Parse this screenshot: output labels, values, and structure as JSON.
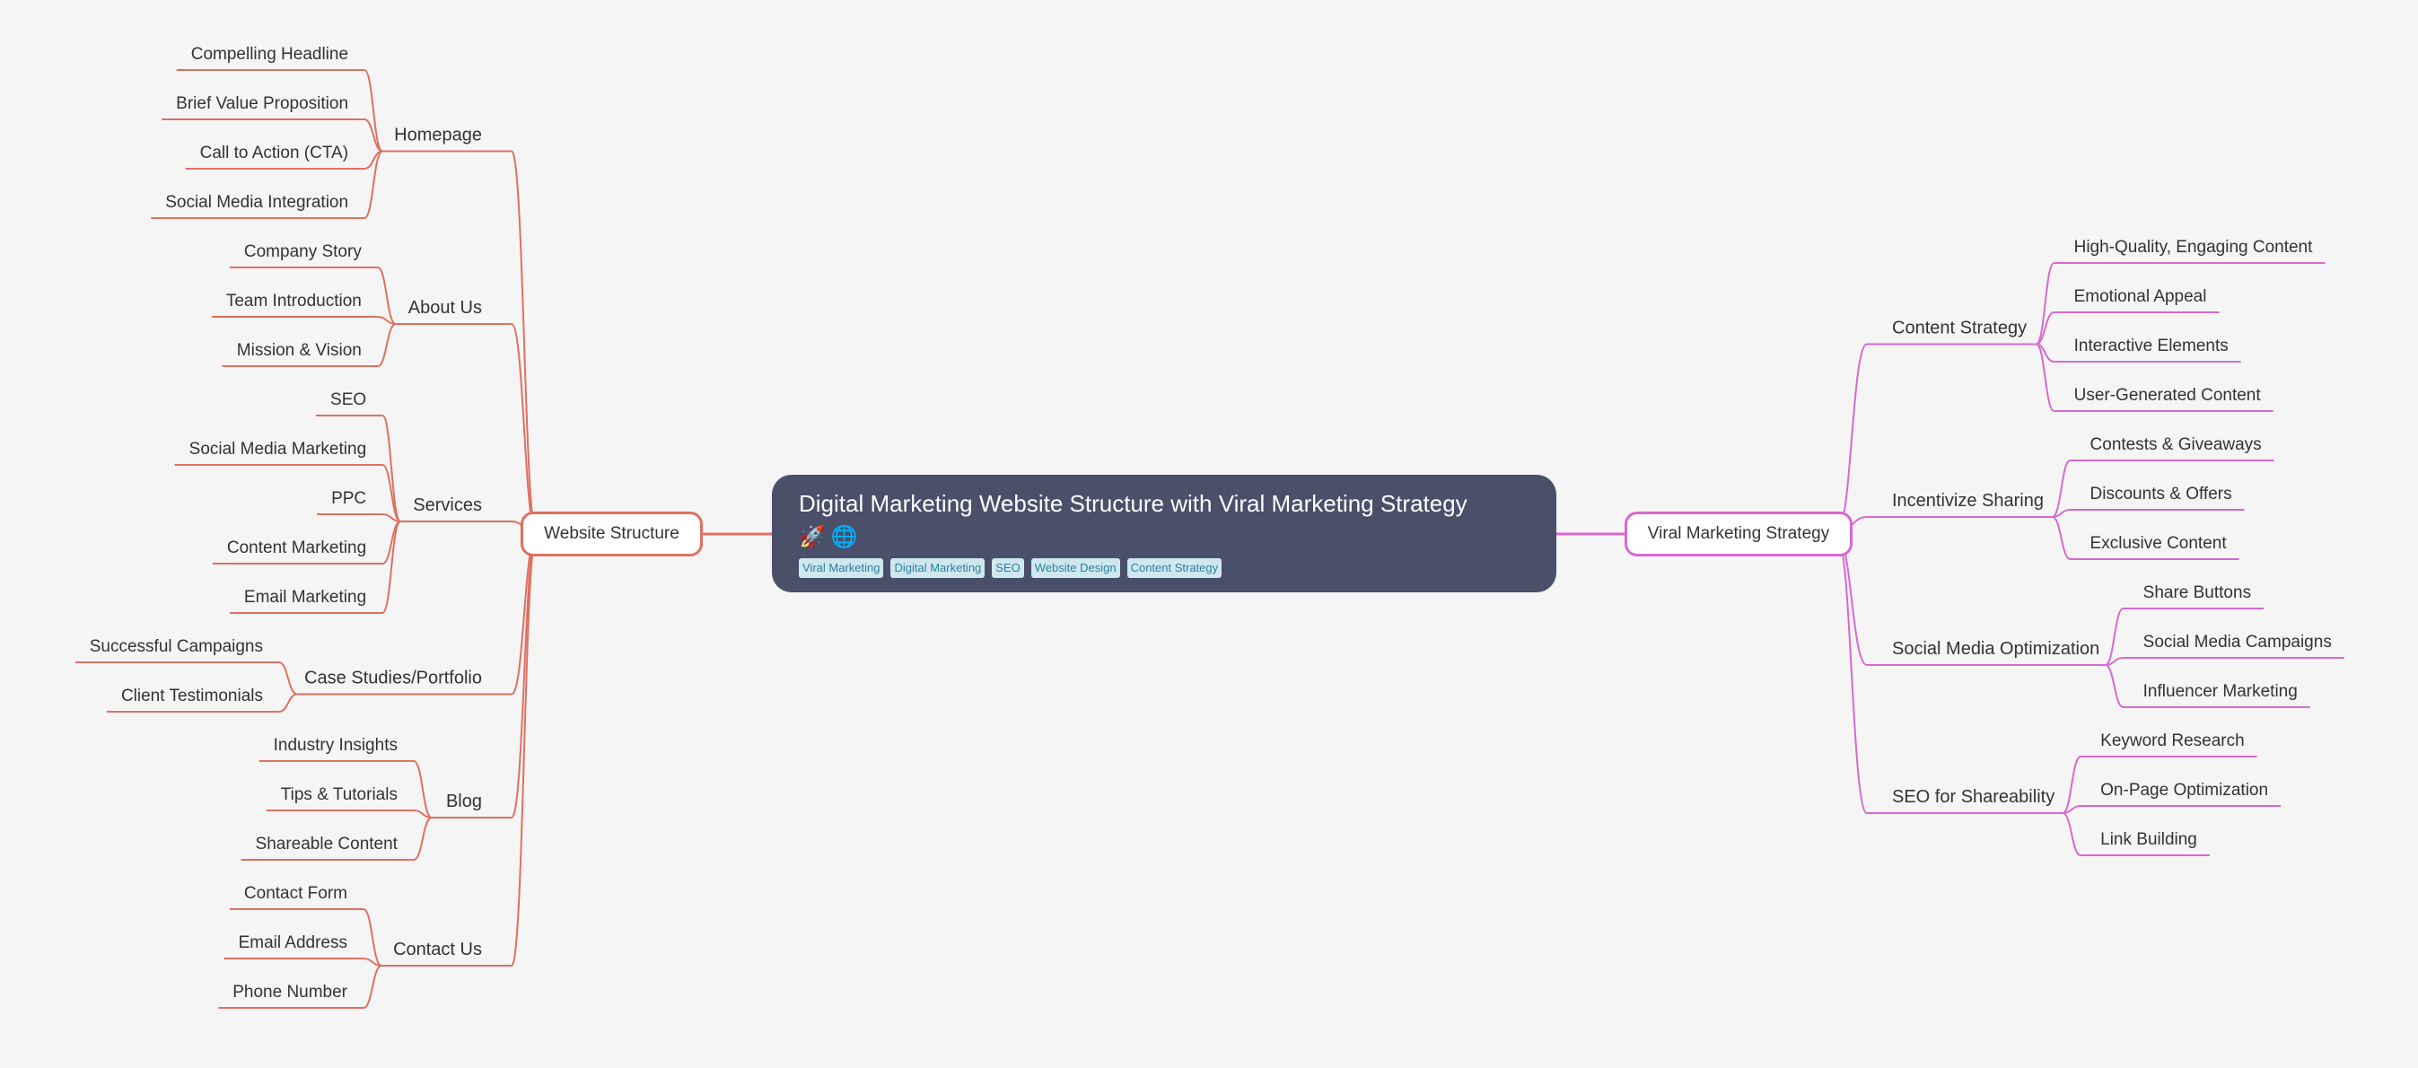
{
  "root": {
    "title": "Digital Marketing Website Structure with Viral Marketing Strategy",
    "icons": [
      "🚀",
      "🌐"
    ],
    "tags": [
      "Viral Marketing",
      "Digital Marketing",
      "SEO",
      "Website Design",
      "Content Strategy"
    ]
  },
  "website": {
    "label": "Website Structure",
    "color": "#e07060",
    "branches": [
      {
        "label": "Homepage",
        "children": [
          "Compelling Headline",
          "Brief Value Proposition",
          "Call to Action (CTA)",
          "Social Media Integration"
        ]
      },
      {
        "label": "About Us",
        "children": [
          "Company Story",
          "Team Introduction",
          "Mission & Vision"
        ]
      },
      {
        "label": "Services",
        "children": [
          "SEO",
          "Social Media Marketing",
          "PPC",
          "Content Marketing",
          "Email Marketing"
        ]
      },
      {
        "label": "Case Studies/Portfolio",
        "children": [
          "Successful Campaigns",
          "Client Testimonials"
        ]
      },
      {
        "label": "Blog",
        "children": [
          "Industry Insights",
          "Tips & Tutorials",
          "Shareable Content"
        ]
      },
      {
        "label": "Contact Us",
        "children": [
          "Contact Form",
          "Email Address",
          "Phone Number"
        ]
      }
    ]
  },
  "viral": {
    "label": "Viral Marketing Strategy",
    "color": "#d868d0",
    "branches": [
      {
        "label": "Content Strategy",
        "children": [
          "High-Quality, Engaging Content",
          "Emotional Appeal",
          "Interactive Elements",
          "User-Generated Content"
        ]
      },
      {
        "label": "Incentivize Sharing",
        "children": [
          "Contests & Giveaways",
          "Discounts & Offers",
          "Exclusive Content"
        ]
      },
      {
        "label": "Social Media Optimization",
        "children": [
          "Share Buttons",
          "Social Media Campaigns",
          "Influencer Marketing"
        ]
      },
      {
        "label": "SEO for Shareability",
        "children": [
          "Keyword Research",
          "On-Page Optimization",
          "Link Building"
        ]
      }
    ]
  }
}
